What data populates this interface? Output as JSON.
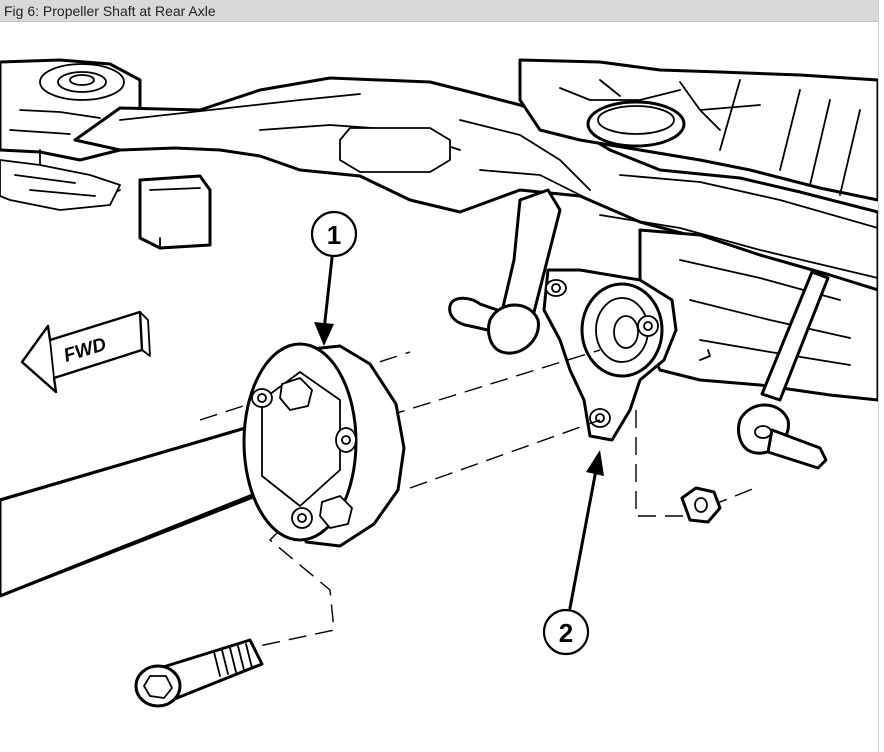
{
  "caption": "Fig 6: Propeller Shaft at Rear Axle",
  "fwd_label": "FWD",
  "callouts": [
    "1",
    "2"
  ]
}
